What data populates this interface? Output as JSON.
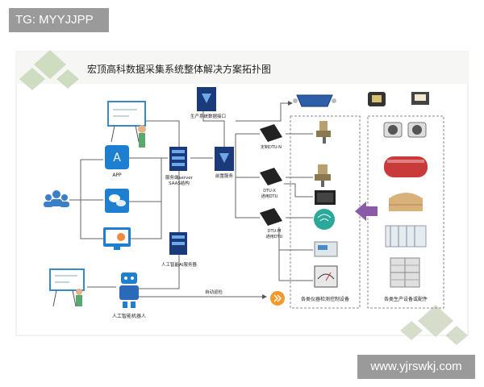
{
  "tag": "TG: MYYJJPP",
  "watermark": "www.yjrswkj.com",
  "title": "宏顶高科数据采集系统整体解决方案拓扑图",
  "labels": {
    "app": "APP",
    "server": "服务端server",
    "saas": "SAAS结构",
    "api": "生产系统数据接口",
    "gateway": "前置服务",
    "dtu_n": "定制DTU-N",
    "dtu_x": "DTU-X",
    "dtu_x_sub": "通用DTU",
    "dtu_m": "DTU-M",
    "dtu_m_sub": "通用DTU",
    "ai_server": "人工智能AI服务器",
    "robot": "人工智能机器人",
    "auto_patrol": "自动巡检",
    "instruments": "各类仪器检测控制设备",
    "production": "各类生产设备或配件"
  },
  "colors": {
    "accent_blue": "#1e7fd0",
    "dark_blue": "#1a3a7a",
    "arrow_purple": "#8a5aa8",
    "deco_green": "#c8d8b8",
    "orange": "#f39a2b"
  }
}
